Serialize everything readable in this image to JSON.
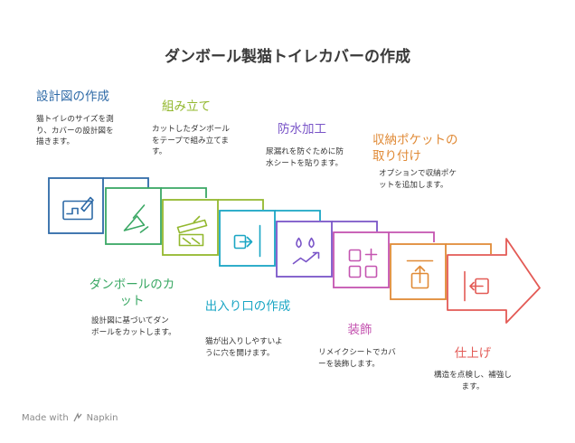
{
  "title": "ダンボール製猫トイレカバーの作成",
  "steps": [
    {
      "title": "設計図の作成",
      "desc": "猫トイレのサイズを測り、カバーの設計図を描きます。",
      "color": "#2e6aa7",
      "icon": "blueprint-icon"
    },
    {
      "title": "ダンボールのカット",
      "desc": "設計図に基づいてダンボールをカットします。",
      "color": "#3aa864",
      "icon": "cutting-icon"
    },
    {
      "title": "組み立て",
      "desc": "カットしたダンボールをテープで組み立てます。",
      "color": "#93b82e",
      "icon": "assembly-icon"
    },
    {
      "title": "出入り口の作成",
      "desc": "猫が出入りしやすいように穴を開けます。",
      "color": "#1aa6c4",
      "icon": "entrance-icon"
    },
    {
      "title": "防水加工",
      "desc": "尿漏れを防ぐために防水シートを貼ります。",
      "color": "#7a55c8",
      "icon": "waterproof-icon"
    },
    {
      "title": "装飾",
      "desc": "リメイクシートでカバーを装飾します。",
      "color": "#c454b0",
      "icon": "decoration-icon"
    },
    {
      "title": "収納ポケットの取り付け",
      "desc": "オプションで収納ポケットを追加します。",
      "color": "#e08a36",
      "icon": "pocket-icon"
    },
    {
      "title": "仕上げ",
      "desc": "構造を点検し、補強します。",
      "color": "#e35a55",
      "icon": "finishing-icon"
    }
  ],
  "credit": {
    "text": "Made with",
    "brand": "Napkin",
    "color": "#8a8a8a"
  }
}
